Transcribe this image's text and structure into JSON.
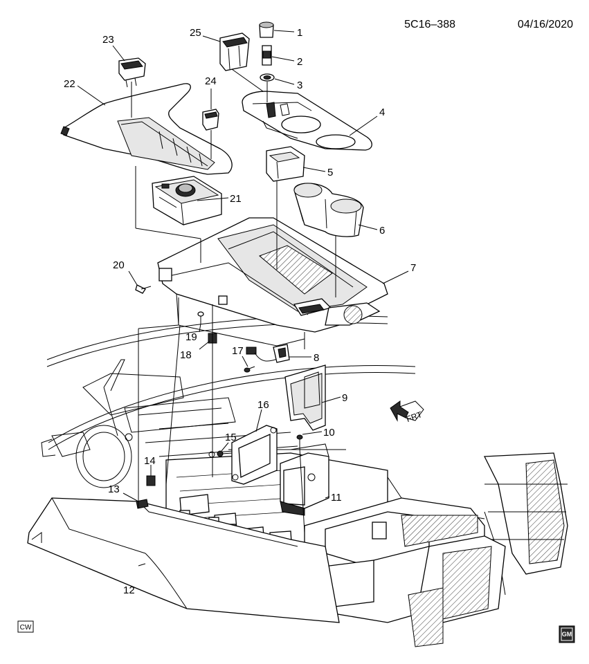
{
  "header": {
    "code": "5C16–388",
    "date": "04/16/2020"
  },
  "badges": {
    "cw": "CW",
    "gm_logo": "GM"
  },
  "direction": {
    "label": "FRT"
  },
  "callouts": [
    {
      "num": "1"
    },
    {
      "num": "2"
    },
    {
      "num": "3"
    },
    {
      "num": "4"
    },
    {
      "num": "5"
    },
    {
      "num": "6"
    },
    {
      "num": "7"
    },
    {
      "num": "8"
    },
    {
      "num": "9"
    },
    {
      "num": "10"
    },
    {
      "num": "11"
    },
    {
      "num": "12"
    },
    {
      "num": "13"
    },
    {
      "num": "14"
    },
    {
      "num": "15"
    },
    {
      "num": "16"
    },
    {
      "num": "17"
    },
    {
      "num": "18"
    },
    {
      "num": "19"
    },
    {
      "num": "20"
    },
    {
      "num": "21"
    },
    {
      "num": "22"
    },
    {
      "num": "23"
    },
    {
      "num": "24"
    },
    {
      "num": "25"
    }
  ]
}
